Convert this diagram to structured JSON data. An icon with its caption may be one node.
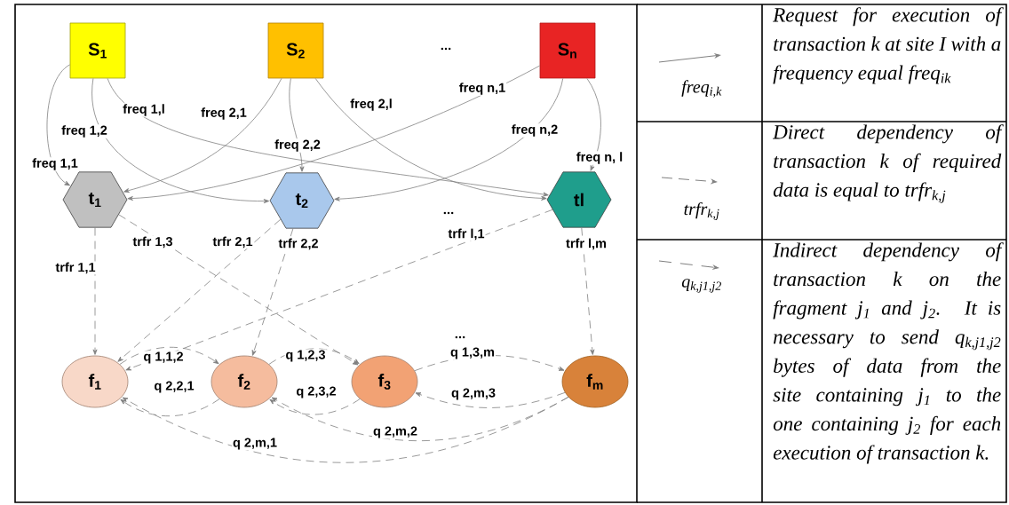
{
  "diagram": {
    "nodes": [
      {
        "text": [
          "S$_{1}$"
        ]
      },
      {
        "text": [
          "S$_{2}$"
        ]
      },
      {
        "text": [
          "S$_{n}$"
        ]
      },
      {
        "text": [
          "t$_{1}$"
        ]
      },
      {
        "text": [
          "t$_{2}$"
        ]
      },
      {
        "text": [
          "tl"
        ]
      },
      {
        "text": [
          "f$_{1}$"
        ]
      },
      {
        "text": [
          "f$_{2}$"
        ]
      },
      {
        "text": [
          "f$_{3}$"
        ]
      },
      {
        "text": [
          "f$_{m}$"
        ]
      }
    ],
    "edges": [
      {
        "from": 0,
        "to": 3,
        "arrow": "to",
        "label": "freq 1,1"
      },
      {
        "from": 0,
        "to": 4,
        "arrow": "to",
        "label": "freq 1,2"
      },
      {
        "from": 0,
        "to": 5,
        "arrow": "to",
        "label": "freq 1,l"
      },
      {
        "from": 1,
        "to": 3,
        "arrow": "to",
        "label": "freq 2,1"
      },
      {
        "from": 1,
        "to": 4,
        "arrow": "to",
        "label": "freq 2,2"
      },
      {
        "from": 1,
        "to": 5,
        "arrow": "to",
        "label": "freq 2,l"
      },
      {
        "from": 2,
        "to": 3,
        "arrow": "to",
        "label": "freq n,1"
      },
      {
        "from": 2,
        "to": 4,
        "arrow": "to",
        "label": "freq n,2"
      },
      {
        "from": 2,
        "to": 5,
        "arrow": "to",
        "label": "freq n, l"
      },
      {
        "from": 3,
        "to": 6,
        "arrow": "to",
        "style": "dashed",
        "label": "trfr 1,1"
      },
      {
        "from": 3,
        "to": 8,
        "arrow": "to",
        "style": "dashed",
        "label": "trfr 1,3"
      },
      {
        "from": 4,
        "to": 6,
        "arrow": "to",
        "style": "dashed",
        "label": "trfr 2,1"
      },
      {
        "from": 4,
        "to": 7,
        "arrow": "to",
        "style": "dashed",
        "label": "trfr 2,2"
      },
      {
        "from": 5,
        "to": 6,
        "arrow": "to",
        "style": "dashed",
        "label": "trfr l,1"
      },
      {
        "from": 5,
        "to": 9,
        "arrow": "to",
        "style": "dashed",
        "label": "trfr l,m"
      },
      {
        "from": 6,
        "to": 7,
        "arrow": "to",
        "style": "dashed",
        "label": "q 1,1,2"
      },
      {
        "from": 7,
        "to": 6,
        "arrow": "to",
        "style": "dashed",
        "label": "q 2,2,1"
      },
      {
        "from": 7,
        "to": 8,
        "arrow": "to",
        "style": "dashed",
        "label": "q 1,2,3"
      },
      {
        "from": 8,
        "to": 7,
        "arrow": "to",
        "style": "dashed",
        "label": "q 2,3,2"
      },
      {
        "from": 8,
        "to": 9,
        "arrow": "to",
        "style": "dashed",
        "label": "q 1,3,m"
      },
      {
        "from": 9,
        "to": 8,
        "arrow": "to",
        "style": "dashed",
        "label": "q 2,m,3"
      },
      {
        "from": 9,
        "to": 7,
        "arrow": "to",
        "style": "dashed",
        "label": "q 2,m,2"
      },
      {
        "from": 9,
        "to": 6,
        "arrow": "to",
        "style": "dashed",
        "label": "q 2,m,1"
      }
    ],
    "labels": [
      "...",
      "...",
      "...",
      "freq$_{i,k}$",
      "trfr$_{k,j}$",
      "q$_{k,j1,j2}$"
    ],
    "legend": [
      {
        "text": "Request for execution of transaction k at site I with a frequency equal freq$_{ik}$"
      },
      {
        "text": "Direct dependency of transaction k of required data is equal to trfr$_{k,j}$"
      },
      {
        "text": "Indirect dependency of transaction k on the fragment j$_{1}$ and j$_{2}$. It is necessary to send q$_{k,j1,j2}$ bytes of data from the site containing j$_{1}$ to the one containing j$_{2}$ for each execution of transaction k."
      }
    ]
  }
}
